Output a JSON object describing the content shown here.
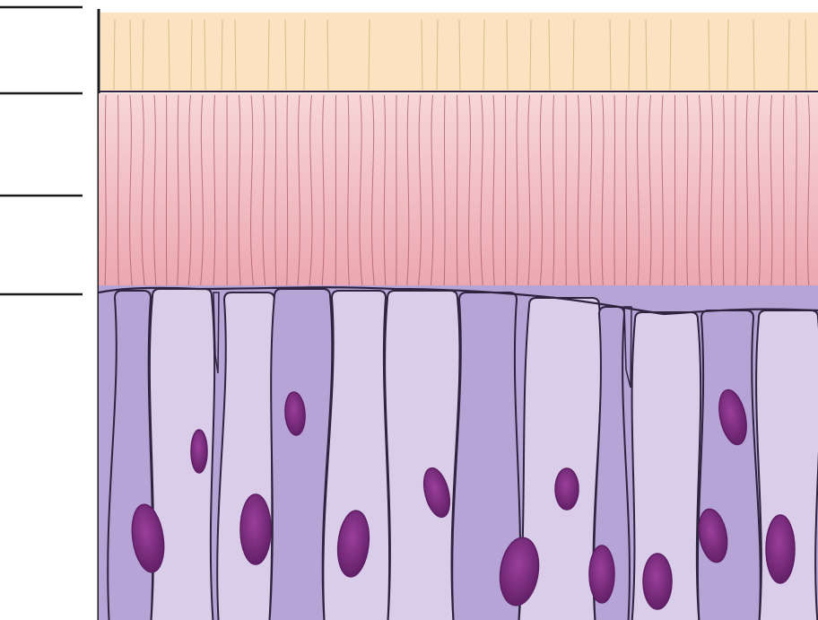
{
  "diagram": {
    "palette": {
      "background": "#ffffff",
      "mucus_layer": "#fbe3c2",
      "mucus_lines": "#d9b98a",
      "cilia_layer_top": "#f7d6d8",
      "cilia_layer_bottom": "#eba0ab",
      "cilia_lines": "#a85a66",
      "cell_fill_light": "#d9cdea",
      "cell_fill_dark": "#b7a4d6",
      "cell_outline": "#2e2440",
      "nucleus_fill": "#9b3f9c",
      "nucleus_rim": "#5e1e63",
      "label_lines": "#1a1a1a"
    },
    "layers": [
      "mucus",
      "cilia",
      "epithelial-cells"
    ],
    "label_line_count": 4,
    "labels": []
  }
}
